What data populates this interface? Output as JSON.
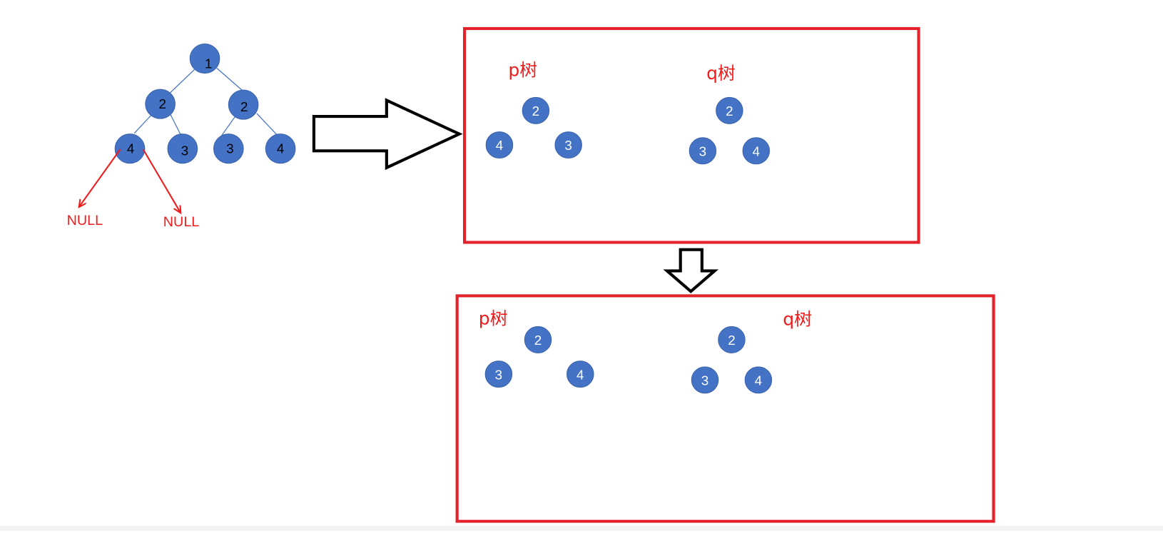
{
  "colors": {
    "node_fill": "#4472c4",
    "edge": "#4472c4",
    "accent_red": "#e3222b",
    "null_red": "#ee1c1c",
    "arrow_outline": "#000000"
  },
  "main_tree": {
    "nodes": [
      {
        "id": "root",
        "label": "1"
      },
      {
        "id": "left-2",
        "label": "2"
      },
      {
        "id": "right-2",
        "label": "2"
      },
      {
        "id": "left-left-4",
        "label": "4"
      },
      {
        "id": "left-right-3",
        "label": "3"
      },
      {
        "id": "right-left-3",
        "label": "3"
      },
      {
        "id": "right-right-4",
        "label": "4"
      }
    ],
    "edges": [
      [
        "root",
        "left-2"
      ],
      [
        "root",
        "right-2"
      ],
      [
        "left-2",
        "left-left-4"
      ],
      [
        "left-2",
        "left-right-3"
      ],
      [
        "right-2",
        "right-left-3"
      ],
      [
        "right-2",
        "right-right-4"
      ]
    ],
    "null_children": [
      "NULL",
      "NULL"
    ]
  },
  "top_box": {
    "p_label": "p树",
    "q_label": "q树",
    "p_nodes": [
      "2",
      "4",
      "3"
    ],
    "q_nodes": [
      "2",
      "3",
      "4"
    ]
  },
  "bottom_box": {
    "p_label": "p树",
    "q_label": "q树",
    "p_nodes": [
      "2",
      "3",
      "4"
    ],
    "q_nodes": [
      "2",
      "3",
      "4"
    ]
  }
}
